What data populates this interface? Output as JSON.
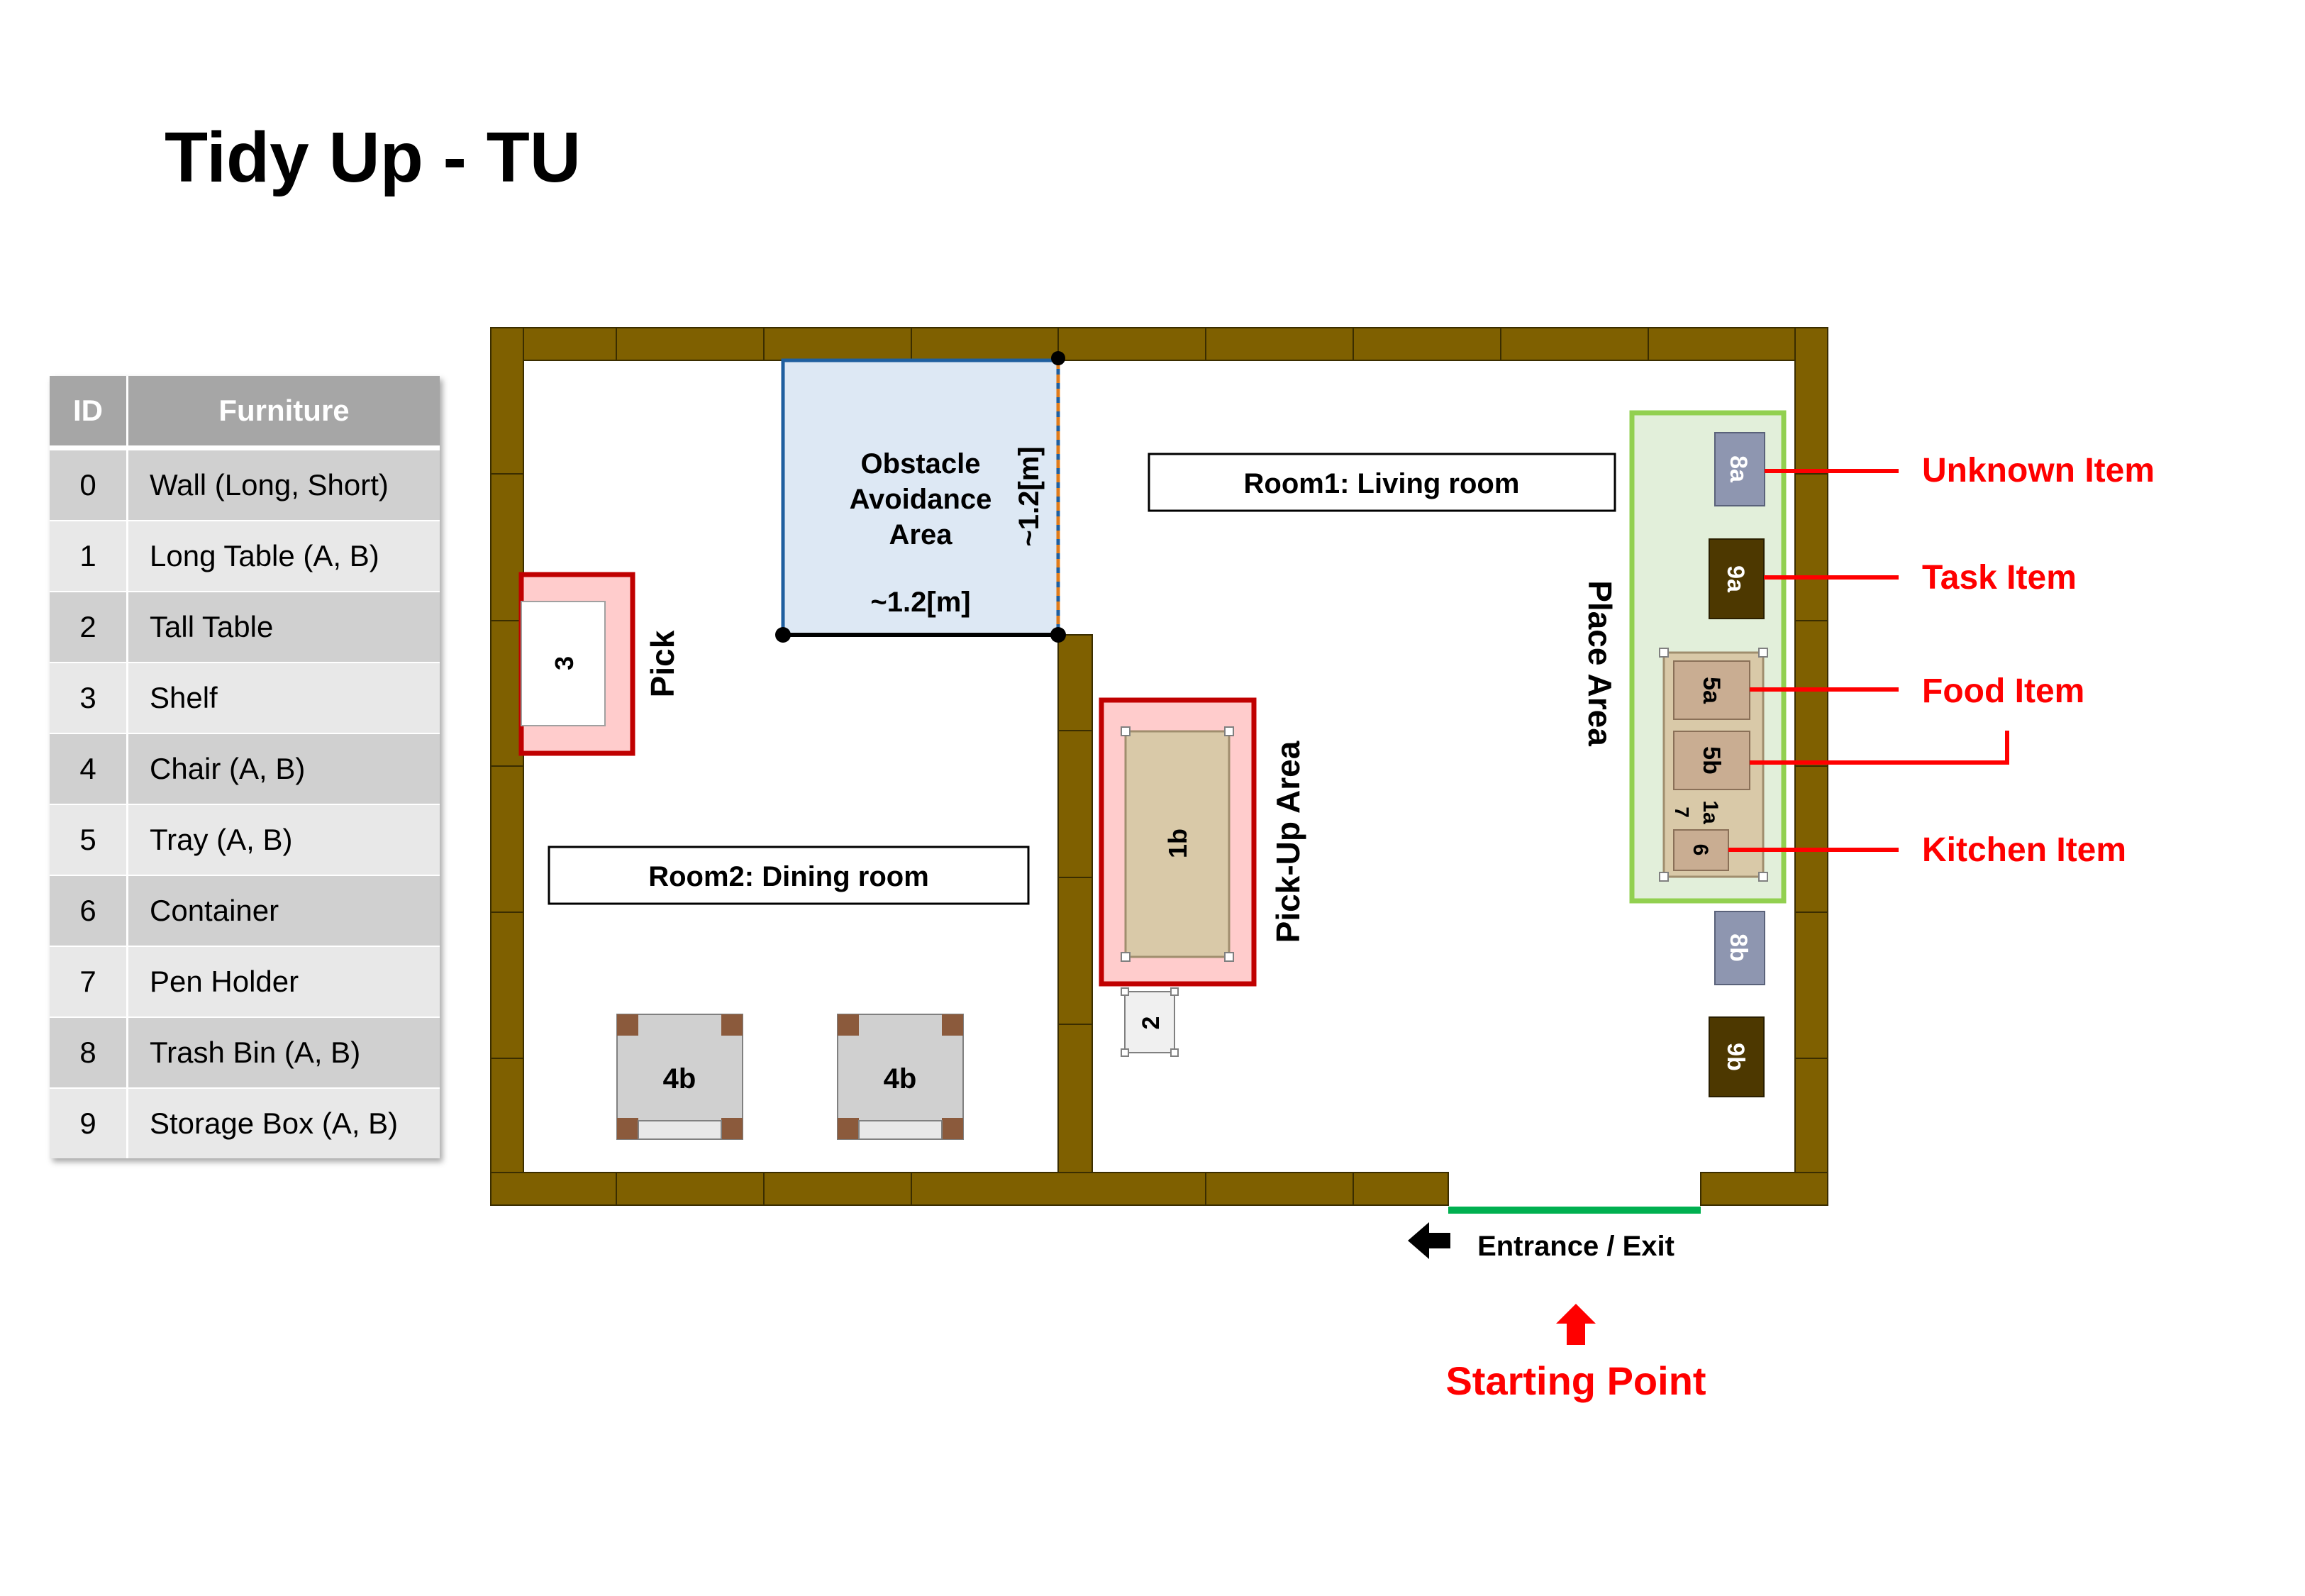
{
  "title": "Tidy Up - TU",
  "legend": {
    "headers": [
      "ID",
      "Furniture"
    ],
    "rows": [
      {
        "id": "0",
        "name": "Wall (Long, Short)"
      },
      {
        "id": "1",
        "name": "Long Table (A, B)"
      },
      {
        "id": "2",
        "name": "Tall Table"
      },
      {
        "id": "3",
        "name": "Shelf"
      },
      {
        "id": "4",
        "name": "Chair (A, B)"
      },
      {
        "id": "5",
        "name": "Tray (A, B)"
      },
      {
        "id": "6",
        "name": "Container"
      },
      {
        "id": "7",
        "name": "Pen Holder"
      },
      {
        "id": "8",
        "name": "Trash Bin (A, B)"
      },
      {
        "id": "9",
        "name": "Storage Box (A, B)"
      }
    ]
  },
  "map": {
    "obstacle_area": {
      "title_lines": [
        "Obstacle",
        "Avoidance",
        "Area"
      ],
      "width_label": "~1.2[m]",
      "height_label": "~1.2[m]"
    },
    "room1_label": "Room1: Living room",
    "room2_label": "Room2: Dining room",
    "pick_label": "Pick",
    "pickup_area_label": "Pick-Up Area",
    "place_area_label": "Place Area",
    "furniture_labels": {
      "shelf": "3",
      "long_table": "1b",
      "tall_table": "2",
      "chair_left": "4b",
      "chair_right": "4b",
      "trash_a": "8a",
      "storage_a": "9a",
      "tray_a": "5a",
      "tray_b": "5b",
      "long_table_a": "1a",
      "pen_holder": "7",
      "container": "6",
      "trash_b": "8b",
      "storage_b": "9b"
    },
    "annotations": {
      "unknown": "Unknown Item",
      "task": "Task Item",
      "food": "Food Item",
      "kitchen": "Kitchen Item"
    },
    "entrance_label": "Entrance / Exit",
    "start_label": "Starting Point"
  },
  "colors": {
    "wall": "#7f6000",
    "annotation": "#ff0000",
    "pick_outline": "#c00000",
    "pick_fill": "#ffcccc",
    "place_outline": "#92d050",
    "place_fill": "#e2efda",
    "obstacle_fill": "#dde8f4",
    "obstacle_outline": "#1f5f9f",
    "table_fill": "#d9c9a8",
    "chair_leg": "#8b5a3c",
    "chair_fill": "#d0d0d0",
    "trash": "#8e96b0",
    "storage": "#4d3800",
    "entrance": "#00b050"
  }
}
